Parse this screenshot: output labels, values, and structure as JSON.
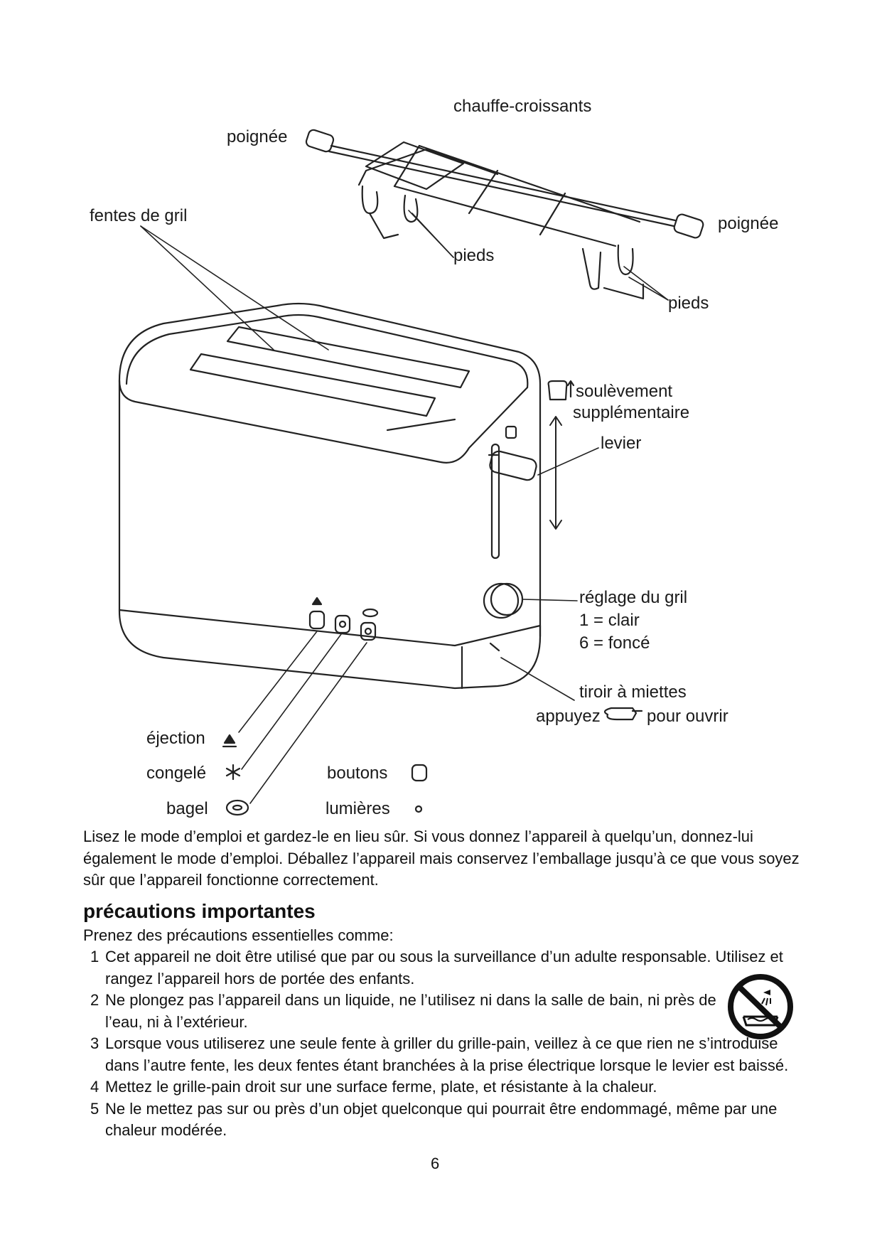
{
  "diagram": {
    "labels": {
      "chauffe_croissants": "chauffe-croissants",
      "poignee_left": "poignée",
      "poignee_right": "poignée",
      "fentes_de_gril": "fentes de gril",
      "pieds_1": "pieds",
      "pieds_2": "pieds",
      "soulevement_1": "soulèvement",
      "soulevement_2": "supplémentaire",
      "levier": "levier",
      "reglage_1": "réglage du gril",
      "reglage_2": "1 = clair",
      "reglage_3": "6 = foncé",
      "tiroir": "tiroir à miettes",
      "appuyez": "appuyez",
      "pour_ouvrir": "pour ouvrir",
      "ejection": "éjection",
      "congele": "congelé",
      "bagel": "bagel",
      "boutons": "boutons",
      "lumieres": "lumières"
    },
    "icons": {
      "ejection": "eject-icon",
      "congele": "snowflake-icon",
      "bagel": "bagel-icon",
      "boutons": "button-outline-icon",
      "lumieres": "light-dot-icon",
      "appuyez": "pointing-hand-icon",
      "soulevement": "toast-lift-icon",
      "warning": "no-bath-water-icon"
    }
  },
  "text": {
    "intro": "Lisez le mode d’emploi et gardez-le en lieu sûr. Si vous donnez l’appareil à quelqu’un, donnez-lui également le mode d’emploi. Déballez l’appareil mais conservez l’emballage jusqu’à ce que vous soyez sûr que l’appareil fonctionne correctement.",
    "heading": "précautions importantes",
    "lead": "Prenez des précautions essentielles comme:",
    "items": [
      {
        "num": "1",
        "text": "Cet appareil ne doit être utilisé que par ou sous la surveillance d’un adulte responsable. Utilisez et rangez l’appareil hors de portée des enfants."
      },
      {
        "num": "2",
        "text": "Ne plongez pas l’appareil dans un liquide, ne l’utilisez ni dans la salle de bain, ni près de l’eau, ni à l’extérieur."
      },
      {
        "num": "3",
        "text": "Lorsque vous utiliserez une seule fente à griller du grille-pain, veillez à ce que rien ne s’introduise dans l’autre fente, les deux fentes étant branchées à la prise électrique lorsque le levier est baissé."
      },
      {
        "num": "4",
        "text": "Mettez le grille-pain droit sur une surface ferme, plate, et résistante à la chaleur."
      },
      {
        "num": "5",
        "text": "Ne le mettez pas sur ou près d’un objet quelconque qui pourrait être endommagé, même par une chaleur modérée."
      }
    ],
    "page_number": "6"
  }
}
